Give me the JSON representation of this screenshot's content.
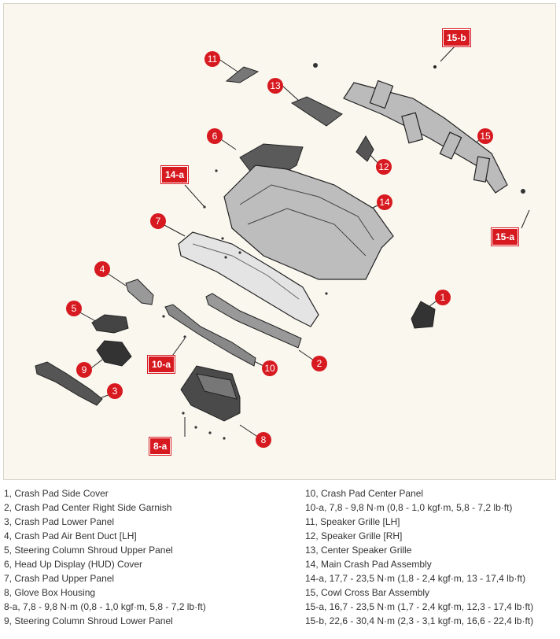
{
  "callouts": {
    "c1": "1",
    "c2": "2",
    "c3": "3",
    "c4": "4",
    "c5": "5",
    "c6": "6",
    "c7": "7",
    "c8": "8",
    "c9": "9",
    "c10": "10",
    "c11": "11",
    "c12": "12",
    "c13": "13",
    "c14": "14",
    "c15": "15",
    "b8a": "8-a",
    "b10a": "10-a",
    "b14a": "14-a",
    "b15a": "15-a",
    "b15b": "15-b"
  },
  "colors": {
    "callout_red": "#d71920",
    "background": "#faf7ef",
    "part_outline": "#222222",
    "part_fill_light": "#d9d9d9",
    "part_fill_dark": "#5a5a5a"
  },
  "legend": {
    "left": [
      "1, Crash Pad Side Cover",
      "2, Crash Pad Center Right Side Garnish",
      "3, Crash Pad Lower Panel",
      "4, Crash Pad Air Bent Duct [LH]",
      "5, Steering Column Shroud Upper Panel",
      "6, Head Up Display (HUD) Cover",
      "7, Crash Pad Upper Panel",
      "8, Glove Box Housing",
      "8-a, 7,8 - 9,8 N·m (0,8 - 1,0 kgf·m, 5,8 - 7,2 lb·ft)",
      "9, Steering Column Shroud Lower Panel"
    ],
    "right": [
      "10, Crash Pad Center Panel",
      "10-a, 7,8 - 9,8 N·m (0,8 - 1,0 kgf·m, 5,8 - 7,2 lb·ft)",
      "11, Speaker Grille [LH]",
      "12, Speaker Grille [RH]",
      "13, Center Speaker Grille",
      "14, Main Crash Pad Assembly",
      "14-a, 17,7 - 23,5 N·m (1,8 - 2,4 kgf·m, 13 - 17,4 lb·ft)",
      "15, Cowl Cross Bar Assembly",
      "15-a, 16,7 - 23,5 N·m (1,7 - 2,4 kgf·m, 12,3 - 17,4 lb·ft)",
      "15-b, 22,6 - 30,4 N·m (2,3 - 3,1 kgf·m, 16,6 - 22,4 lb·ft)"
    ]
  }
}
